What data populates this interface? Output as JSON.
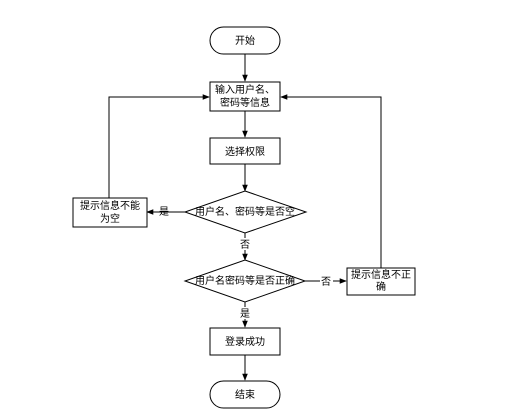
{
  "nodes": {
    "start": "开始",
    "input": [
      "输入用户名、",
      "密码等信息"
    ],
    "choose": "选择权限",
    "check_empty": "用户名、密码等是否空",
    "empty_prompt": [
      "提示信息不能",
      "为空"
    ],
    "check_correct": "用户名密码等是否正确",
    "wrong_prompt": [
      "提示信息不正",
      "确"
    ],
    "success": "登录成功",
    "end": "结束"
  },
  "edge_labels": {
    "empty_yes": "是",
    "empty_no": "否",
    "correct_no": "否",
    "correct_yes": "是"
  }
}
